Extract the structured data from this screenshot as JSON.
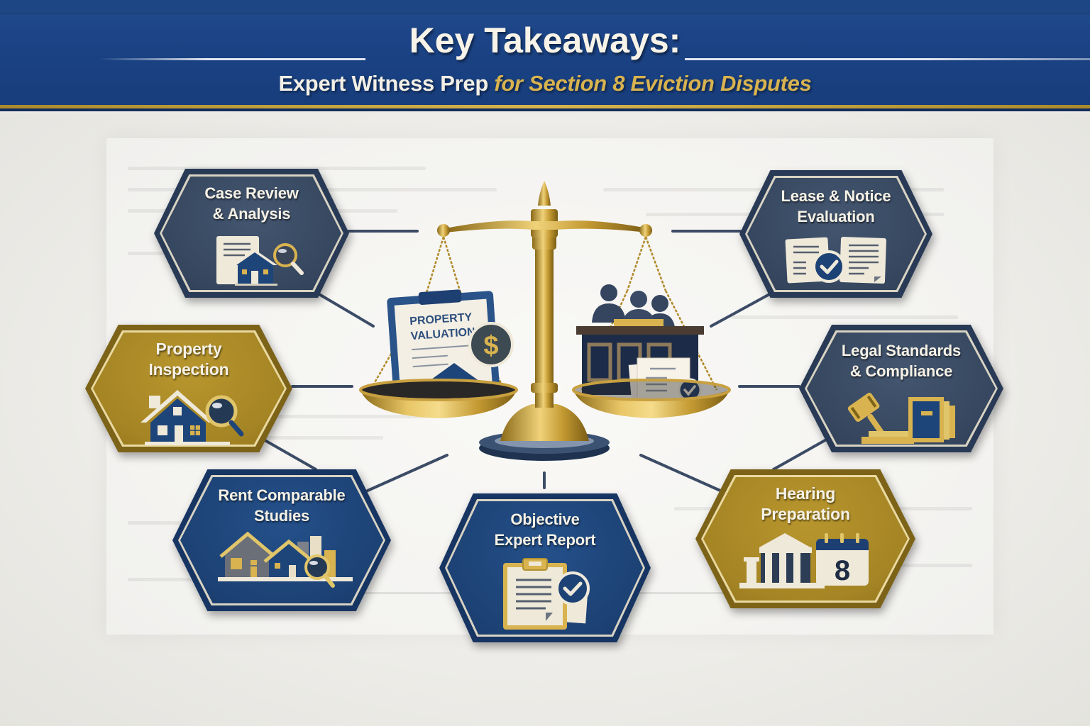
{
  "header": {
    "title": "Key Takeaways:",
    "subtitle_main": "Expert Witness Prep",
    "subtitle_accent": "for Section 8 Eviction Disputes",
    "colors": {
      "navy": "#1b4385",
      "gold": "#d8b34f",
      "cream": "#f7f3e8"
    }
  },
  "center": {
    "type": "scale-of-justice",
    "left_pan": {
      "document_title_line1": "PROPERTY",
      "document_title_line2": "VALUATION",
      "coin_symbol": "$"
    },
    "right_pan": {
      "content": "judges-bench-with-approved-document"
    }
  },
  "cards": [
    {
      "id": "case-review",
      "line1": "Case Review",
      "line2": "& Analysis",
      "style": "slate",
      "icon": "document-house-magnifier-icon"
    },
    {
      "id": "lease-notice",
      "line1": "Lease & Notice",
      "line2": "Evaluation",
      "style": "slate",
      "icon": "documents-checkmark-icon"
    },
    {
      "id": "property-inspection",
      "line1": "Property",
      "line2": "Inspection",
      "style": "gold",
      "icon": "house-magnifier-icon"
    },
    {
      "id": "legal-standards",
      "line1": "Legal Standards",
      "line2": "& Compliance",
      "style": "slate",
      "icon": "gavel-book-icon"
    },
    {
      "id": "rent-comparable",
      "line1": "Rent Comparable",
      "line2": "Studies",
      "style": "navy",
      "icon": "houses-bar-chart-magnifier-icon"
    },
    {
      "id": "expert-report",
      "line1": "Objective",
      "line2": "Expert Report",
      "style": "navy",
      "icon": "clipboard-checkmark-icon"
    },
    {
      "id": "hearing-prep",
      "line1": "Hearing",
      "line2": "Preparation",
      "style": "gold",
      "icon": "courthouse-calendar-icon",
      "calendar_number": "8"
    }
  ],
  "palette": {
    "slate": "#36475f",
    "navy": "#1d4275",
    "gold": "#a58524",
    "connector": "#3c4c66",
    "paper": "#eeede9"
  }
}
